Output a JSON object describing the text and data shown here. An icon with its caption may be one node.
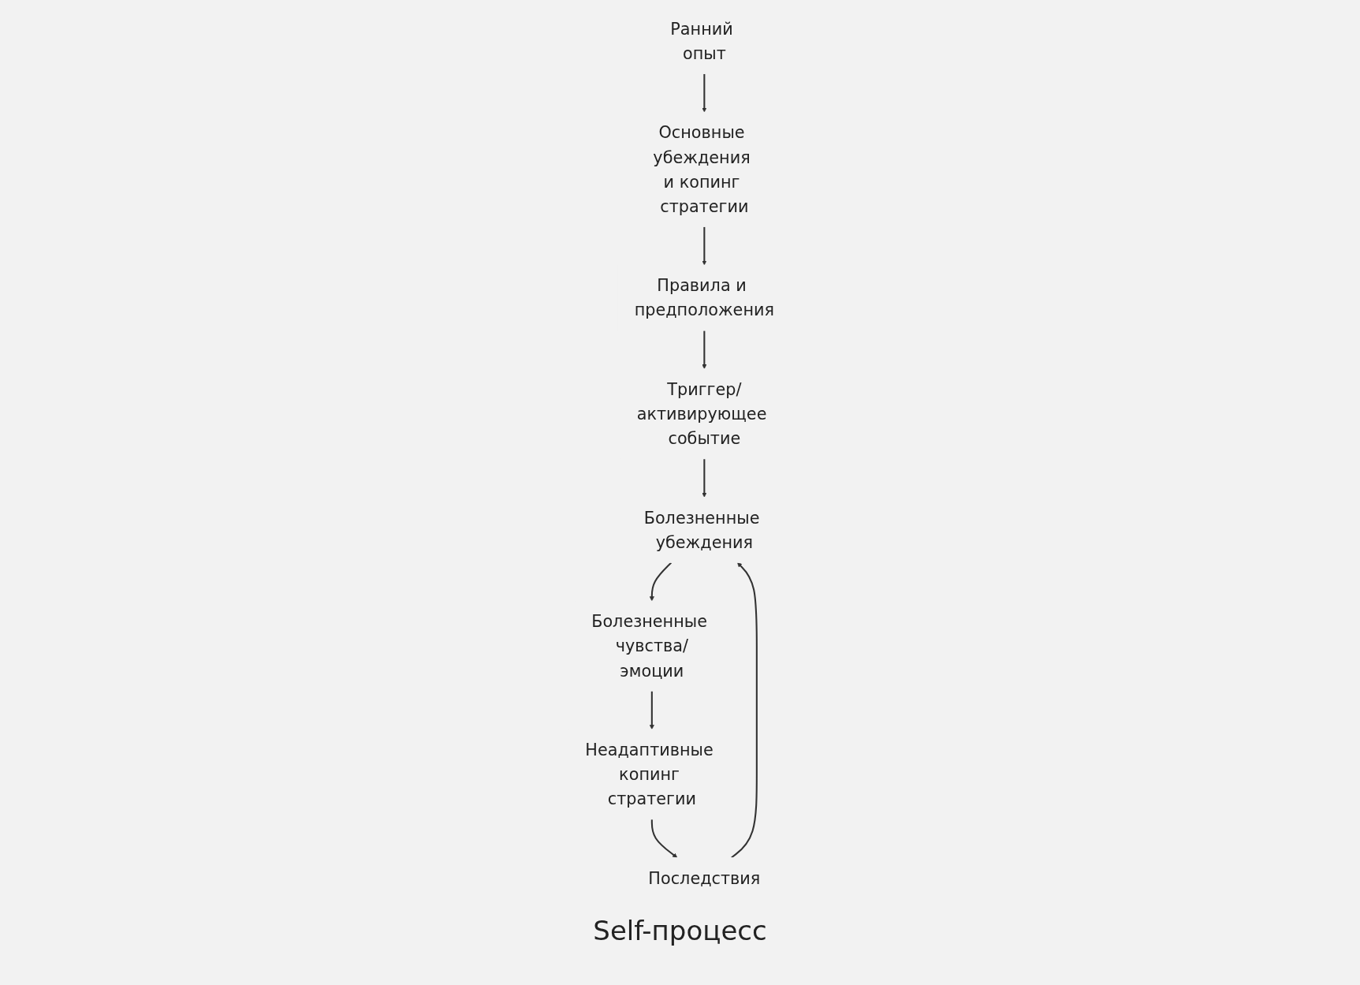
{
  "diagram": {
    "nodes": [
      {
        "text": [
          "Ранний опыт"
        ]
      },
      {
        "text": [
          "Основные убеждения и копинг стратегии"
        ]
      },
      {
        "text": [
          "Правила и предположения"
        ]
      },
      {
        "text": [
          "Триггер/активирующее событие"
        ]
      },
      {
        "text": [
          "Болезненные убеждения"
        ]
      },
      {
        "text": [
          "Последствия"
        ]
      },
      {
        "text": [
          "Болезненные чувства/эмоции"
        ]
      },
      {
        "text": [
          "Неадаптивные копинг стратегии"
        ]
      }
    ],
    "edges": [
      {
        "from": 0,
        "to": 1,
        "arrow": "to"
      },
      {
        "from": 1,
        "to": 2,
        "arrow": "to"
      },
      {
        "from": 2,
        "to": 3,
        "arrow": "to"
      },
      {
        "from": 3,
        "to": 4,
        "arrow": "to"
      },
      {
        "from": 4,
        "to": 6,
        "arrow": "to"
      },
      {
        "from": 6,
        "to": 7,
        "arrow": "to"
      },
      {
        "from": 7,
        "to": 5,
        "arrow": "to"
      },
      {
        "from": 5,
        "to": 4,
        "arrow": "to"
      }
    ],
    "labels": [
      "Self-процесс"
    ]
  }
}
